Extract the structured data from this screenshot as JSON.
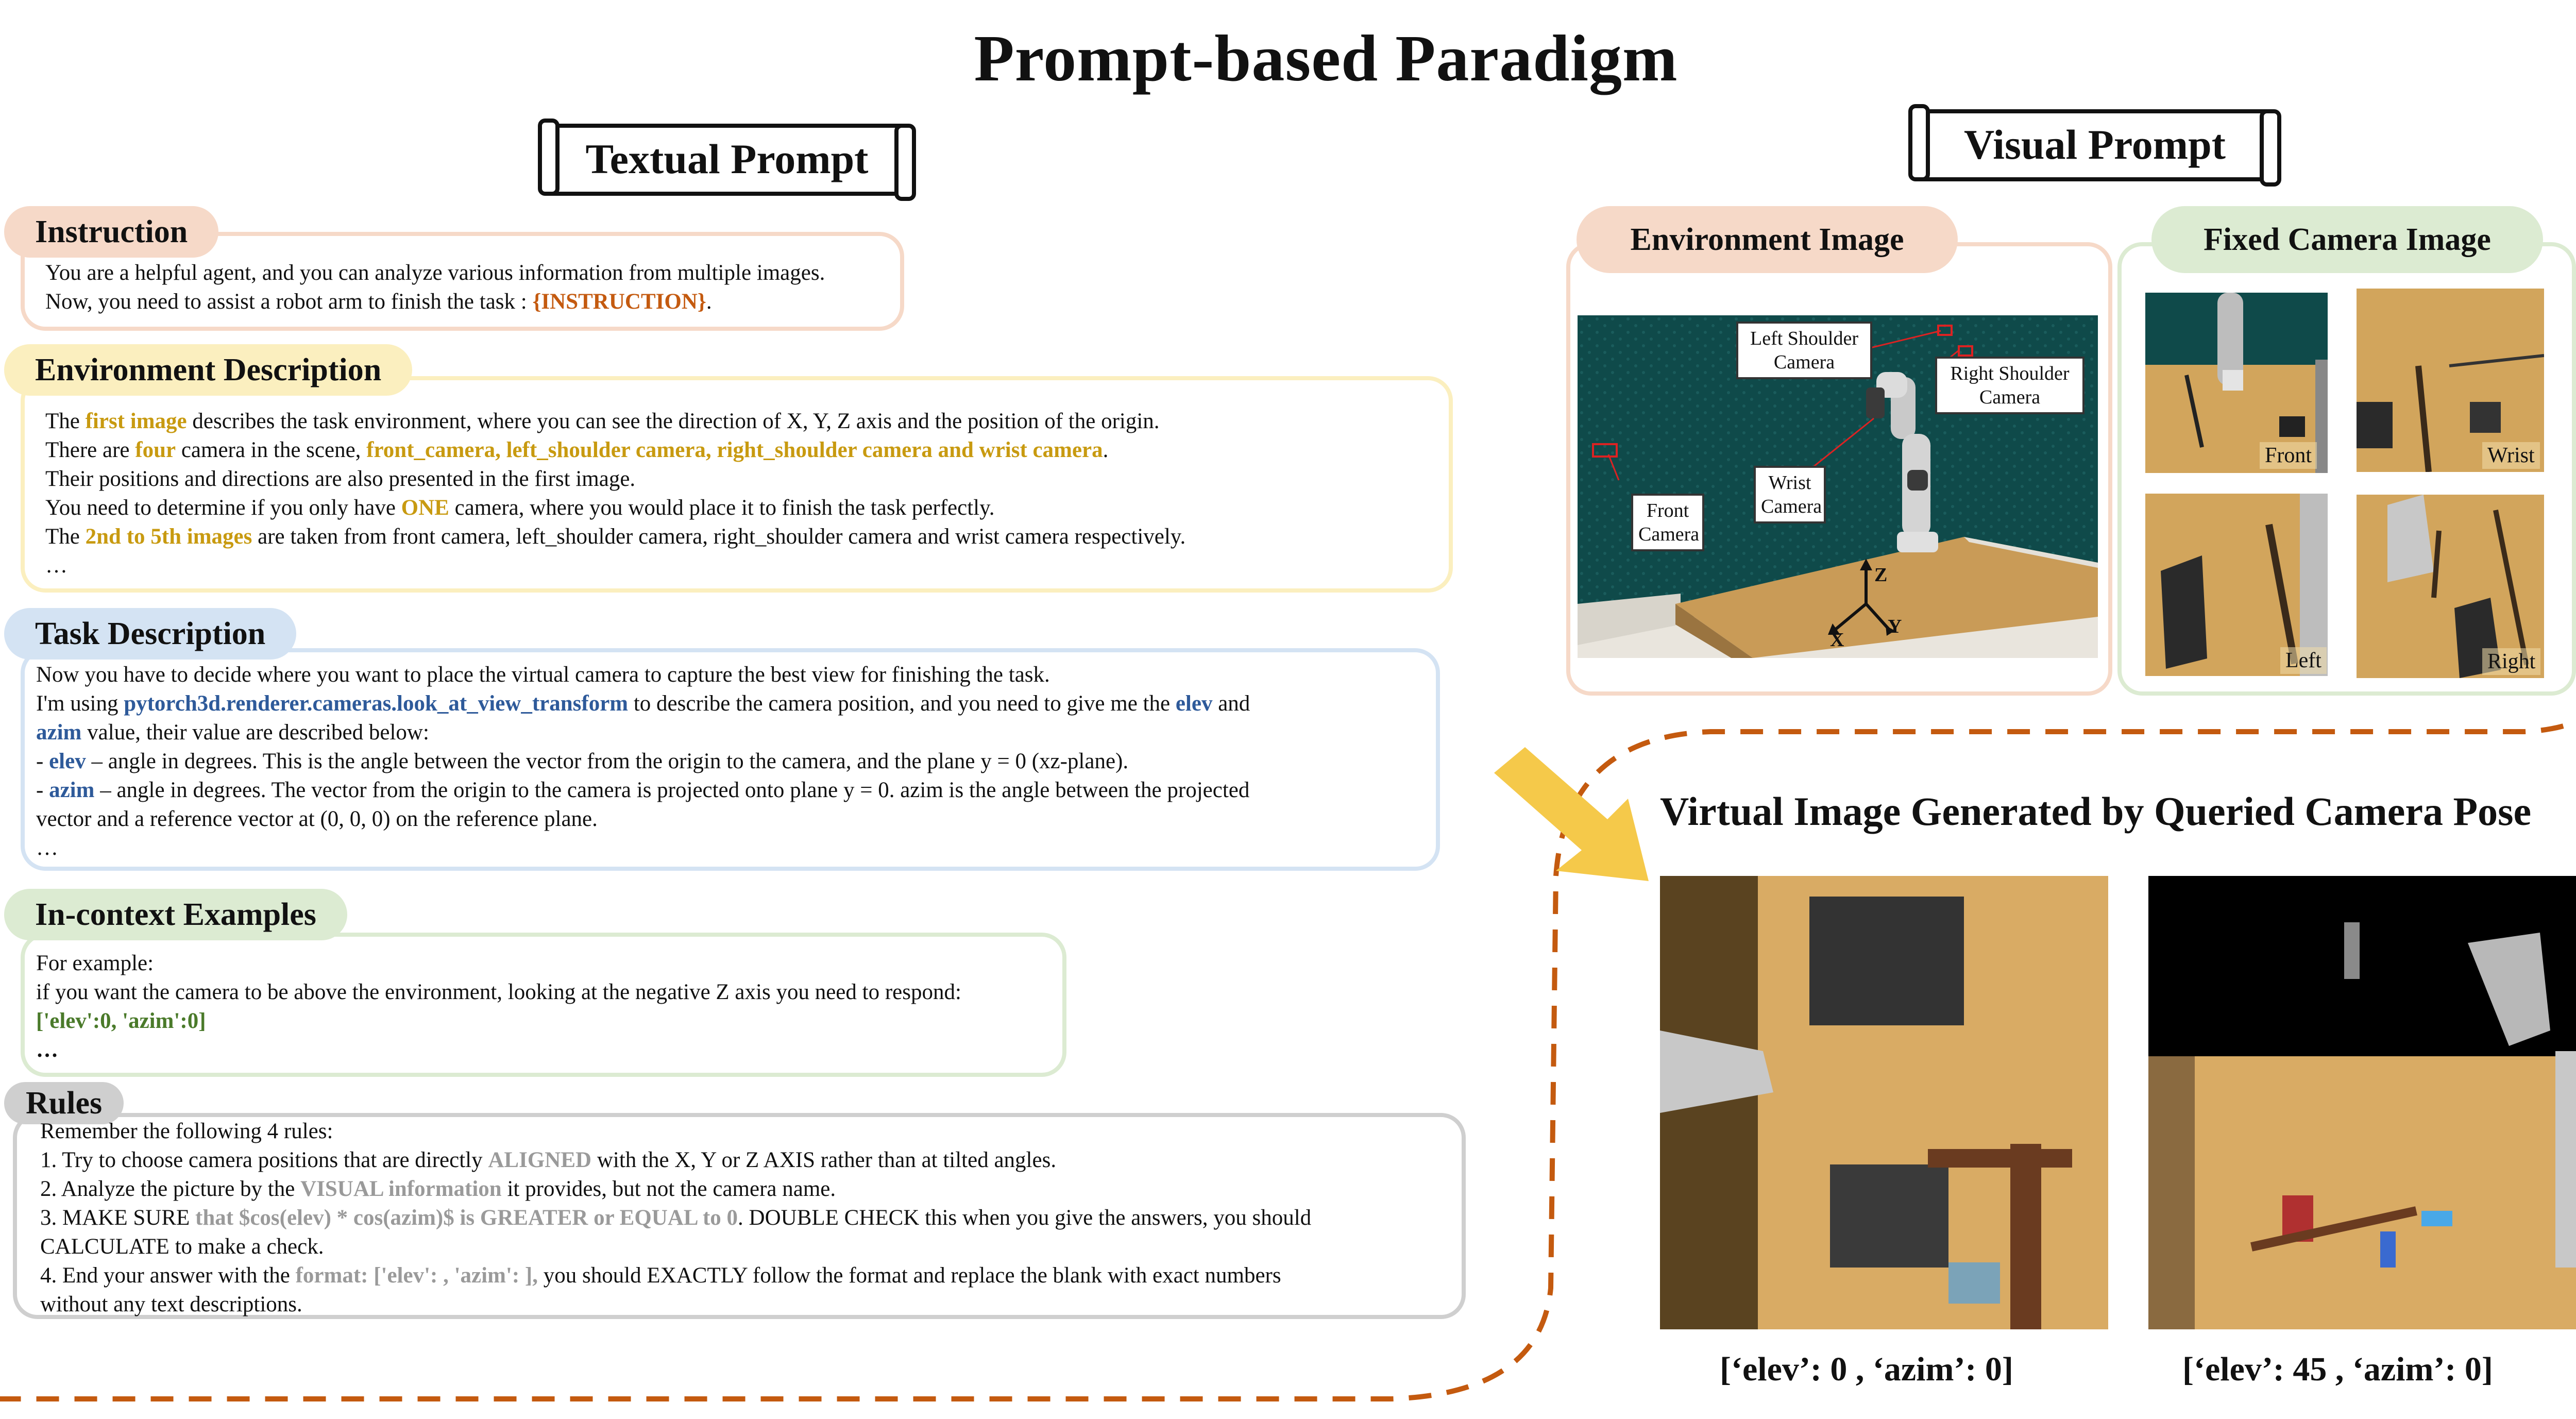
{
  "title": "Prompt-based Paradigm",
  "textual_prompt": {
    "heading": "Textual Prompt",
    "instruction": {
      "label": "Instruction",
      "line1": "You are a helpful agent, and you can analyze various information from multiple images.",
      "line2_pre": "Now, you need to assist a robot arm to finish the task : ",
      "line2_hl": "{INSTRUCTION}",
      "line2_post": "."
    },
    "environment": {
      "label": "Environment Description",
      "l1_a": "The ",
      "l1_hl": "first image",
      "l1_b": " describes the task environment, where you can see the direction of X, Y, Z axis and the position of the origin.",
      "l2_a": "There are ",
      "l2_hl1": "four",
      "l2_b": " camera in the scene,  ",
      "l2_hl2": "front_camera, left_shoulder camera,  right_shoulder camera and wrist camera",
      "l2_c": ".",
      "l3": "Their positions and directions are also presented in the first image.",
      "l4_a": "You need to determine if you only have ",
      "l4_hl": "ONE",
      "l4_b": " camera, where you would place it to finish the task perfectly.",
      "l5_a": "The ",
      "l5_hl": "2nd to 5th images",
      "l5_b": " are taken from front camera, left_shoulder camera, right_shoulder camera and wrist camera respectively.",
      "l6": "…"
    },
    "task": {
      "label": "Task Description",
      "l1": "Now you have to decide where you want to place the virtual camera to capture the best view for finishing the task.",
      "l2_a": "I'm using ",
      "l2_hl": "pytorch3d.renderer.cameras.look_at_view_transform",
      "l2_b": " to describe the camera position, and you need to give me the ",
      "l2_hl2": "elev",
      "l2_c": " and",
      "l3_hl": "azim",
      "l3_b": " value,  their value are described below:",
      "l4_a": "- ",
      "l4_hl": "elev",
      "l4_b": " – angle in degrees. This is the angle between the vector from the origin to the camera, and the plane y = 0 (xz-plane).",
      "l5_a": "- ",
      "l5_hl": "azim",
      "l5_b": " – angle in degrees. The vector from the origin to the camera is projected onto plane y = 0. azim is the angle between the projected",
      "l6": "vector and a reference vector at (0, 0, 0) on the reference plane.",
      "l7": "…"
    },
    "examples": {
      "label": "In-context Examples",
      "l1": "For example:",
      "l2": "if you want the camera to be above the environment, looking at the negative Z axis you need to respond:",
      "l3": "['elev':0, 'azim':0]",
      "l4": "…"
    },
    "rules": {
      "label": "Rules",
      "l0": "Remember the following 4 rules:",
      "r1_a": "1. Try to choose camera positions that are directly ",
      "r1_hl": "ALIGNED",
      "r1_b": " with the X, Y or Z AXIS rather than at tilted angles.",
      "r2_a": "2. Analyze the picture by the ",
      "r2_hl": "VISUAL information",
      "r2_b": " it provides, but not the camera name.",
      "r3_a": "3. MAKE SURE ",
      "r3_hl": "that $cos(elev) * cos(azim)$ is GREATER or EQUAL to 0",
      "r3_b": ". DOUBLE CHECK this when you give the answers, you should",
      "r3_c": "CALCULATE to make a check.",
      "r4_a": "4. End your answer with the ",
      "r4_hl": "format: ['elev': , 'azim': ],",
      "r4_b": " you should EXACTLY follow the format and replace the blank with exact numbers",
      "r4_c": "without any text descriptions."
    }
  },
  "visual_prompt": {
    "heading": "Visual Prompt",
    "environment_image": {
      "label": "Environment  Image",
      "callouts": {
        "left_shoulder": [
          "Left Shoulder",
          "Camera"
        ],
        "right_shoulder": [
          "Right Shoulder",
          "Camera"
        ],
        "wrist": [
          "Wrist",
          "Camera"
        ],
        "front": [
          "Front",
          "Camera"
        ]
      },
      "axes": {
        "x": "X",
        "y": "Y",
        "z": "Z"
      }
    },
    "fixed_camera": {
      "label": "Fixed Camera Image",
      "views": [
        "Front",
        "Wrist",
        "Left",
        "Right"
      ]
    }
  },
  "virtual": {
    "title": "Virtual Image Generated by Queried Camera Pose",
    "pose1": "[‘elev’: 0 , ‘azim’:  0]",
    "pose2": "[‘elev’: 45 , ‘azim’:  0]"
  },
  "colors": {
    "instruction": "#f6d9c8",
    "environment": "#fbefbf",
    "task": "#d4e3f3",
    "examples": "#dcebd2",
    "rules": "#cfcfcf",
    "dashed": "#c45a0f",
    "arrow": "#f5c94a"
  }
}
